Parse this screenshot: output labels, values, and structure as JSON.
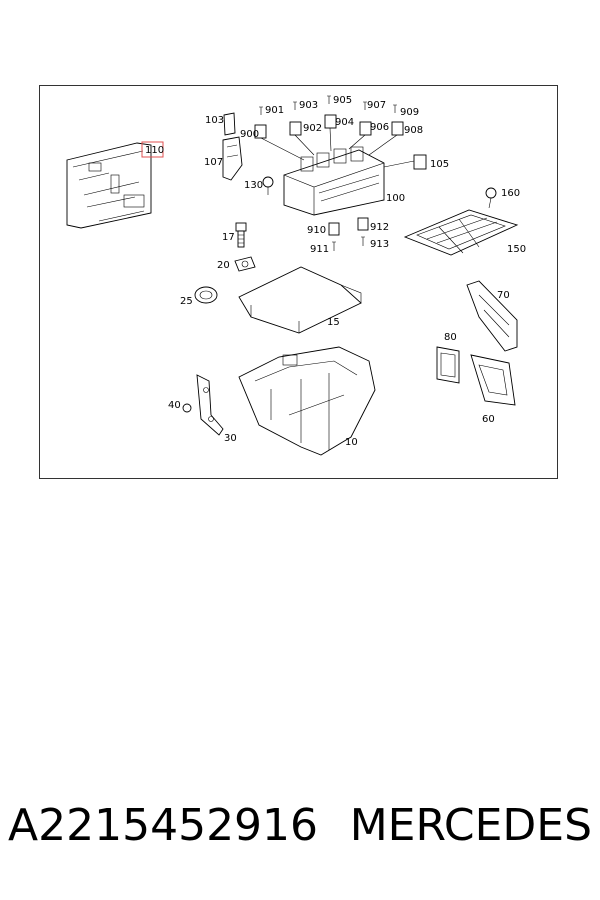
{
  "diagram": {
    "labels": {
      "l10": "10",
      "l15": "15",
      "l17": "17",
      "l20": "20",
      "l25": "25",
      "l30": "30",
      "l40": "40",
      "l60": "60",
      "l70": "70",
      "l80": "80",
      "l100": "100",
      "l103": "103",
      "l105": "105",
      "l107": "107",
      "l110": "110",
      "l130": "130",
      "l150": "150",
      "l160": "160",
      "l900": "900",
      "l901": "901",
      "l902": "902",
      "l903": "903",
      "l904": "904",
      "l905": "905",
      "l906": "906",
      "l907": "907",
      "l908": "908",
      "l909": "909",
      "l910": "910",
      "l911": "911",
      "l912": "912",
      "l913": "913"
    },
    "highlight_color": "#e05050"
  },
  "caption": {
    "part_number": "A2215452916",
    "brand": "MERCEDES"
  }
}
